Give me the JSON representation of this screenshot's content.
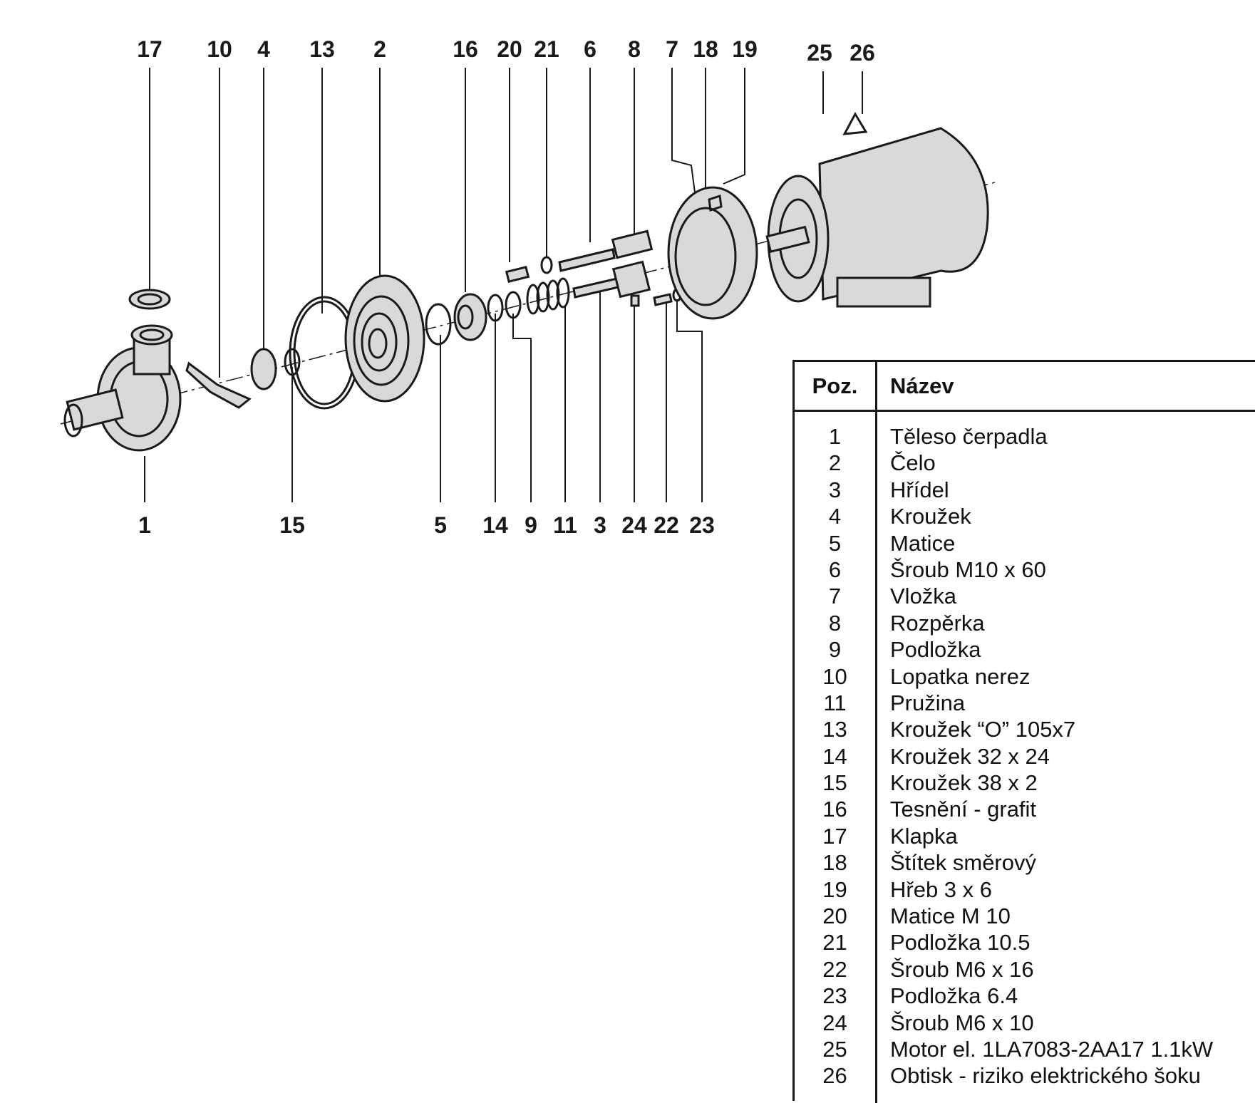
{
  "diagram": {
    "callouts_top": [
      "17",
      "10",
      "4",
      "13",
      "2",
      "16",
      "20",
      "21",
      "6",
      "8",
      "7",
      "18",
      "19",
      "25",
      "26"
    ],
    "callouts_bottom": [
      "1",
      "15",
      "5",
      "14",
      "9",
      "11",
      "3",
      "24",
      "22",
      "23"
    ]
  },
  "table": {
    "header_pos": "Poz.",
    "header_name": "Název",
    "rows": [
      {
        "pos": "1",
        "name": "Těleso čerpadla"
      },
      {
        "pos": "2",
        "name": "Čelo"
      },
      {
        "pos": "3",
        "name": "Hřídel"
      },
      {
        "pos": "4",
        "name": "Kroužek"
      },
      {
        "pos": "5",
        "name": "Matice"
      },
      {
        "pos": "6",
        "name": "Šroub M10 x 60"
      },
      {
        "pos": "7",
        "name": "Vložka"
      },
      {
        "pos": "8",
        "name": "Rozpěrka"
      },
      {
        "pos": "9",
        "name": "Podložka"
      },
      {
        "pos": "10",
        "name": "Lopatka nerez"
      },
      {
        "pos": "11",
        "name": "Pružina"
      },
      {
        "pos": "13",
        "name": "Kroužek “O” 105x7"
      },
      {
        "pos": "14",
        "name": "Kroužek 32 x 24"
      },
      {
        "pos": "15",
        "name": "Kroužek 38 x 2"
      },
      {
        "pos": "16",
        "name": "Tesnění - grafit"
      },
      {
        "pos": "17",
        "name": "Klapka"
      },
      {
        "pos": "18",
        "name": "Štítek směrový"
      },
      {
        "pos": "19",
        "name": "Hřeb 3 x 6"
      },
      {
        "pos": "20",
        "name": "Matice M 10"
      },
      {
        "pos": "21",
        "name": "Podložka 10.5"
      },
      {
        "pos": "22",
        "name": "Šroub M6 x 16"
      },
      {
        "pos": "23",
        "name": "Podložka 6.4"
      },
      {
        "pos": "24",
        "name": "Šroub M6 x 10"
      },
      {
        "pos": "25",
        "name": "Motor el. 1LA7083-2AA17  1.1kW"
      },
      {
        "pos": "26",
        "name": "Obtisk - riziko elektrického šoku"
      }
    ]
  }
}
